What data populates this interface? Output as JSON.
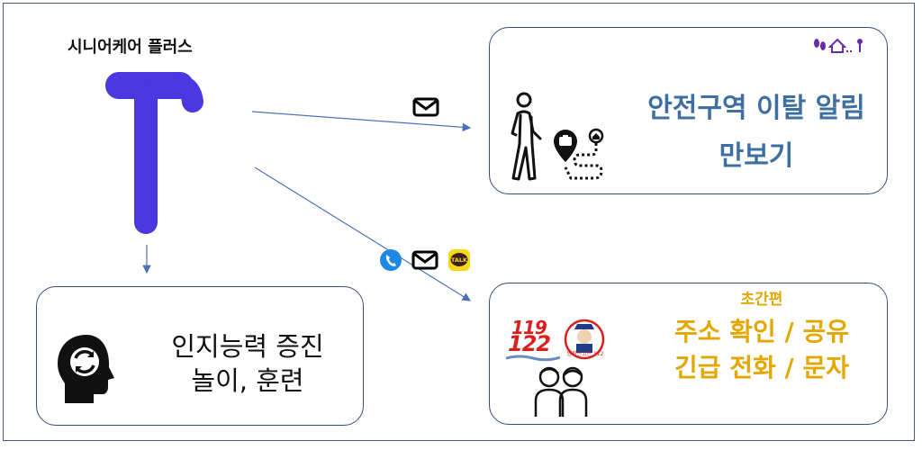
{
  "title": "시니어케어 플러스",
  "safety": {
    "line1": "안전구역 이탈 알림",
    "line2": "만보기"
  },
  "emergency": {
    "subtitle": "초간편",
    "line1": "주소 확인 / 공유",
    "line2": "긴급 전화 / 문자",
    "badge_119": "119",
    "badge_122": "122",
    "police_label": "범죄신고는 112"
  },
  "cognitive": {
    "line1": "인지능력 증진",
    "line2": "놀이, 훈련"
  },
  "icons": {
    "kakao_label": "TALK"
  },
  "colors": {
    "logo": "#4a37e0",
    "safety_text": "#3e6fa1",
    "emergency_text": "#e3a800",
    "arrow": "#4a72b8",
    "box_border": "#33507a"
  }
}
